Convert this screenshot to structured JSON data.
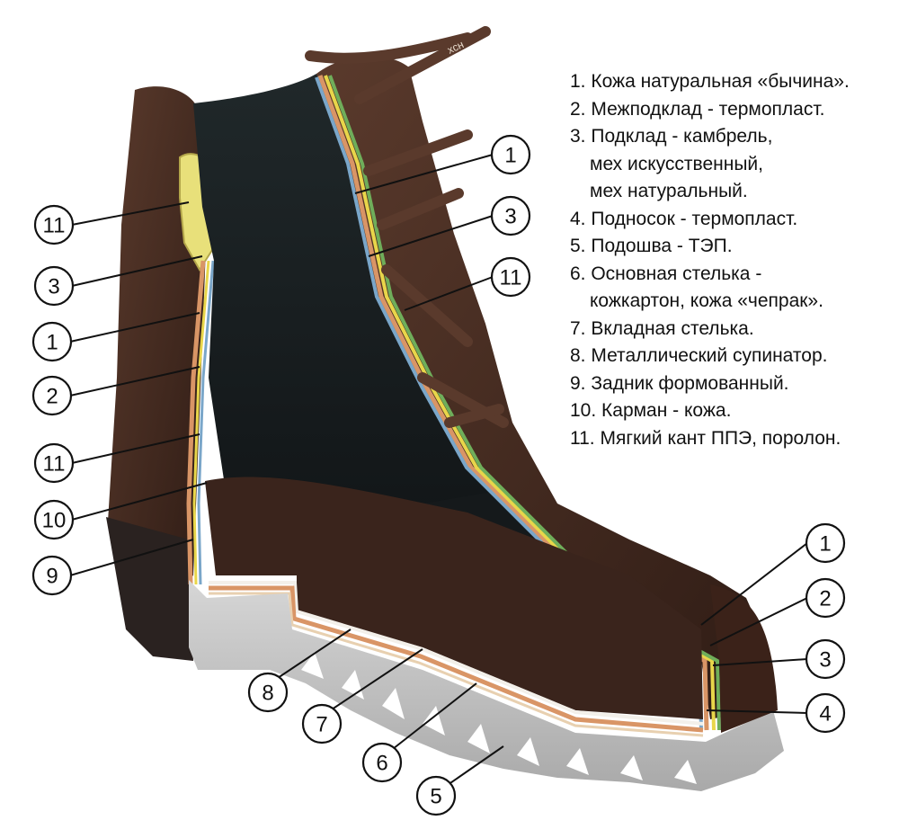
{
  "legend": {
    "items": [
      {
        "lines": [
          "1. Кожа натуральная «бычина»."
        ]
      },
      {
        "lines": [
          "2. Межподклад - термопласт."
        ]
      },
      {
        "lines": [
          "3. Подклад - камбрель,",
          "мех искусственный,",
          "мех натуральный."
        ]
      },
      {
        "lines": [
          "4. Подносок - термопласт."
        ]
      },
      {
        "lines": [
          "5. Подошва - ТЭП."
        ]
      },
      {
        "lines": [
          "6. Основная стелька -",
          "кожкартон, кожа «чепрак»."
        ]
      },
      {
        "lines": [
          "7. Вкладная стелька."
        ]
      },
      {
        "lines": [
          "8. Металлический супинатор."
        ]
      },
      {
        "lines": [
          "9. Задник формованный."
        ]
      },
      {
        "lines": [
          "10. Карман - кожа."
        ]
      },
      {
        "lines": [
          "11. Мягкий кант ППЭ, поролон."
        ]
      }
    ]
  },
  "lace_print": "хсн",
  "callouts": [
    {
      "id": "left-11-top",
      "label": "11"
    },
    {
      "id": "left-3",
      "label": "3"
    },
    {
      "id": "left-1",
      "label": "1"
    },
    {
      "id": "left-2",
      "label": "2"
    },
    {
      "id": "left-11-bottom",
      "label": "11"
    },
    {
      "id": "left-10",
      "label": "10"
    },
    {
      "id": "left-9",
      "label": "9"
    },
    {
      "id": "upper-1",
      "label": "1"
    },
    {
      "id": "upper-3",
      "label": "3"
    },
    {
      "id": "upper-11",
      "label": "11"
    },
    {
      "id": "toe-1",
      "label": "1"
    },
    {
      "id": "toe-2",
      "label": "2"
    },
    {
      "id": "toe-3",
      "label": "3"
    },
    {
      "id": "toe-4",
      "label": "4"
    },
    {
      "id": "sole-8",
      "label": "8"
    },
    {
      "id": "sole-7",
      "label": "7"
    },
    {
      "id": "sole-6",
      "label": "6"
    },
    {
      "id": "sole-5",
      "label": "5"
    }
  ],
  "colors": {
    "leather": "#4a2e24",
    "leather_dark": "#2d1b15",
    "lining": "#1f2224",
    "sole": "#c8c8c8",
    "layer_yellow": "#e8d64a",
    "layer_green": "#6fae5a",
    "layer_blue": "#7aa6c9",
    "layer_orange": "#d99566"
  }
}
